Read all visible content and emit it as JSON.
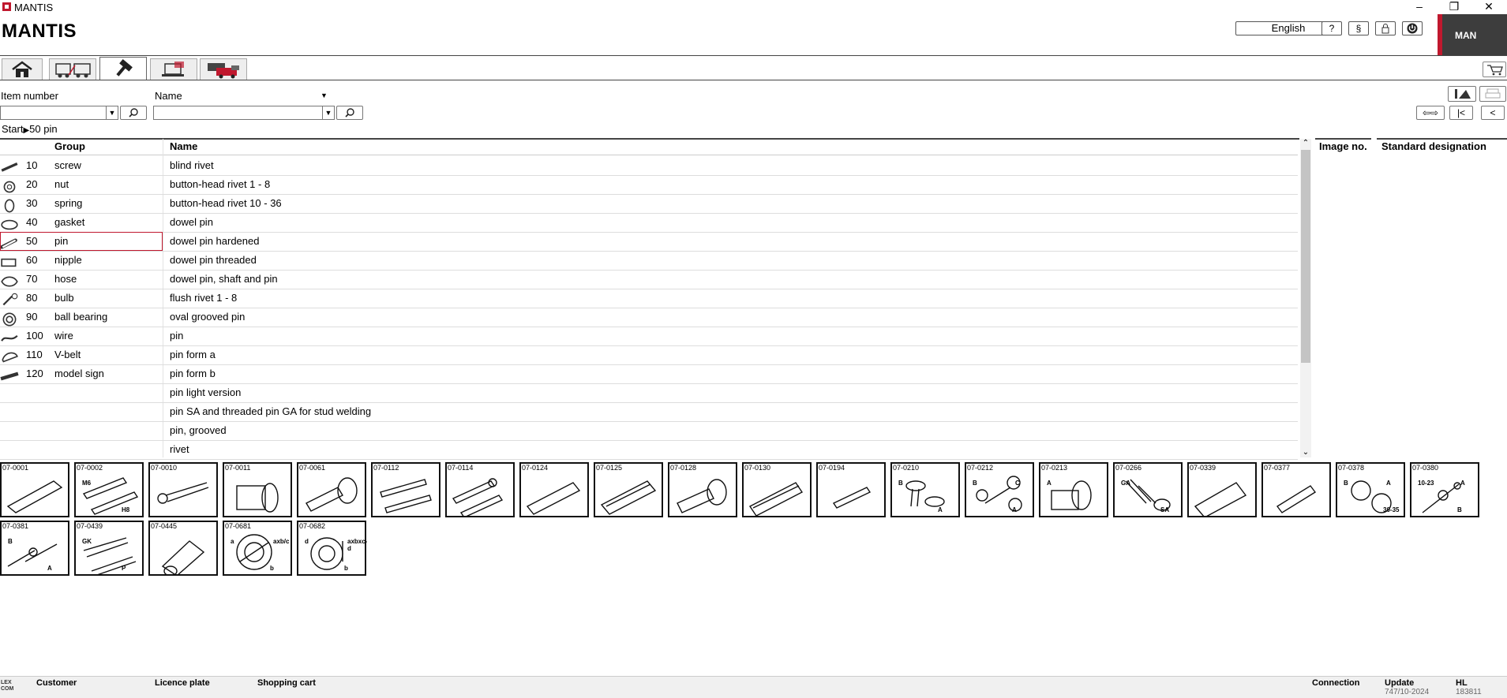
{
  "window": {
    "title": "MANTIS",
    "minimize": "–",
    "restore": "❐",
    "close": "✕"
  },
  "header": {
    "brand": "MANTIS",
    "language": "English",
    "help_label": "?",
    "legal_label": "§",
    "lock_icon": "lock-icon",
    "power_icon": "power-icon",
    "logo_text": "MAN"
  },
  "tabs": [
    {
      "name": "home",
      "icon": "home-icon"
    },
    {
      "name": "vehicles",
      "icon": "vehicles-icon"
    },
    {
      "name": "tools",
      "icon": "hammer-icon"
    },
    {
      "name": "workshop",
      "icon": "computer-icon"
    },
    {
      "name": "fleet",
      "icon": "trucks-icon"
    }
  ],
  "search": {
    "item_number_label": "Item number",
    "item_number_value": "",
    "name_label": "Name",
    "name_value": ""
  },
  "breadcrumb": {
    "start": "Start",
    "current": "50 pin"
  },
  "table": {
    "col_group": "Group",
    "col_name": "Name",
    "col_image_no": "Image no.",
    "col_standard": "Standard designation",
    "groups": [
      {
        "num": "10",
        "name": "screw"
      },
      {
        "num": "20",
        "name": "nut"
      },
      {
        "num": "30",
        "name": "spring"
      },
      {
        "num": "40",
        "name": "gasket"
      },
      {
        "num": "50",
        "name": "pin",
        "selected": true
      },
      {
        "num": "60",
        "name": "nipple"
      },
      {
        "num": "70",
        "name": "hose"
      },
      {
        "num": "80",
        "name": "bulb"
      },
      {
        "num": "90",
        "name": "ball bearing"
      },
      {
        "num": "100",
        "name": "wire"
      },
      {
        "num": "110",
        "name": "V-belt"
      },
      {
        "num": "120",
        "name": "model sign"
      }
    ],
    "names": [
      "blind rivet",
      "button-head rivet 1 - 8",
      "button-head rivet 10 - 36",
      "dowel pin",
      "dowel pin hardened",
      "dowel pin threaded",
      "dowel pin, shaft and pin",
      "flush rivet 1 - 8",
      "oval grooved pin",
      "pin",
      "pin form a",
      "pin form b",
      "pin light version",
      "pin SA and threaded pin GA for stud welding",
      "pin, grooved",
      "rivet"
    ]
  },
  "thumbnails": [
    {
      "code": "07-0001",
      "labels": []
    },
    {
      "code": "07-0002",
      "labels": [
        "M6",
        "H8"
      ]
    },
    {
      "code": "07-0010",
      "labels": []
    },
    {
      "code": "07-0011",
      "labels": []
    },
    {
      "code": "07-0061",
      "labels": []
    },
    {
      "code": "07-0112",
      "labels": []
    },
    {
      "code": "07-0114",
      "labels": []
    },
    {
      "code": "07-0124",
      "labels": []
    },
    {
      "code": "07-0125",
      "labels": []
    },
    {
      "code": "07-0128",
      "labels": []
    },
    {
      "code": "07-0130",
      "labels": []
    },
    {
      "code": "07-0194",
      "labels": []
    },
    {
      "code": "07-0210",
      "labels": [
        "B",
        "A"
      ]
    },
    {
      "code": "07-0212",
      "labels": [
        "B",
        "A",
        "C"
      ]
    },
    {
      "code": "07-0213",
      "labels": [
        "A"
      ]
    },
    {
      "code": "07-0266",
      "labels": [
        "GA",
        "SA"
      ]
    },
    {
      "code": "07-0339",
      "labels": []
    },
    {
      "code": "07-0377",
      "labels": []
    },
    {
      "code": "07-0378",
      "labels": [
        "B",
        "30-35",
        "A"
      ]
    },
    {
      "code": "07-0380",
      "labels": [
        "10-23",
        "B",
        "A"
      ]
    },
    {
      "code": "07-0381",
      "labels": [
        "B",
        "A"
      ]
    },
    {
      "code": "07-0439",
      "labels": [
        "GK",
        "P"
      ]
    },
    {
      "code": "07-0445",
      "labels": []
    },
    {
      "code": "07-0681",
      "labels": [
        "a",
        "b",
        "axb/c"
      ]
    },
    {
      "code": "07-0682",
      "labels": [
        "d",
        "b",
        "axbxc-d"
      ]
    }
  ],
  "statusbar": {
    "logo": "LEX COM",
    "customer": "Customer",
    "licence_plate": "Licence plate",
    "shopping_cart": "Shopping cart",
    "connection": "Connection",
    "update_label": "Update",
    "update_value": "747/10-2024",
    "hl_label": "HL",
    "hl_value": "183811"
  }
}
